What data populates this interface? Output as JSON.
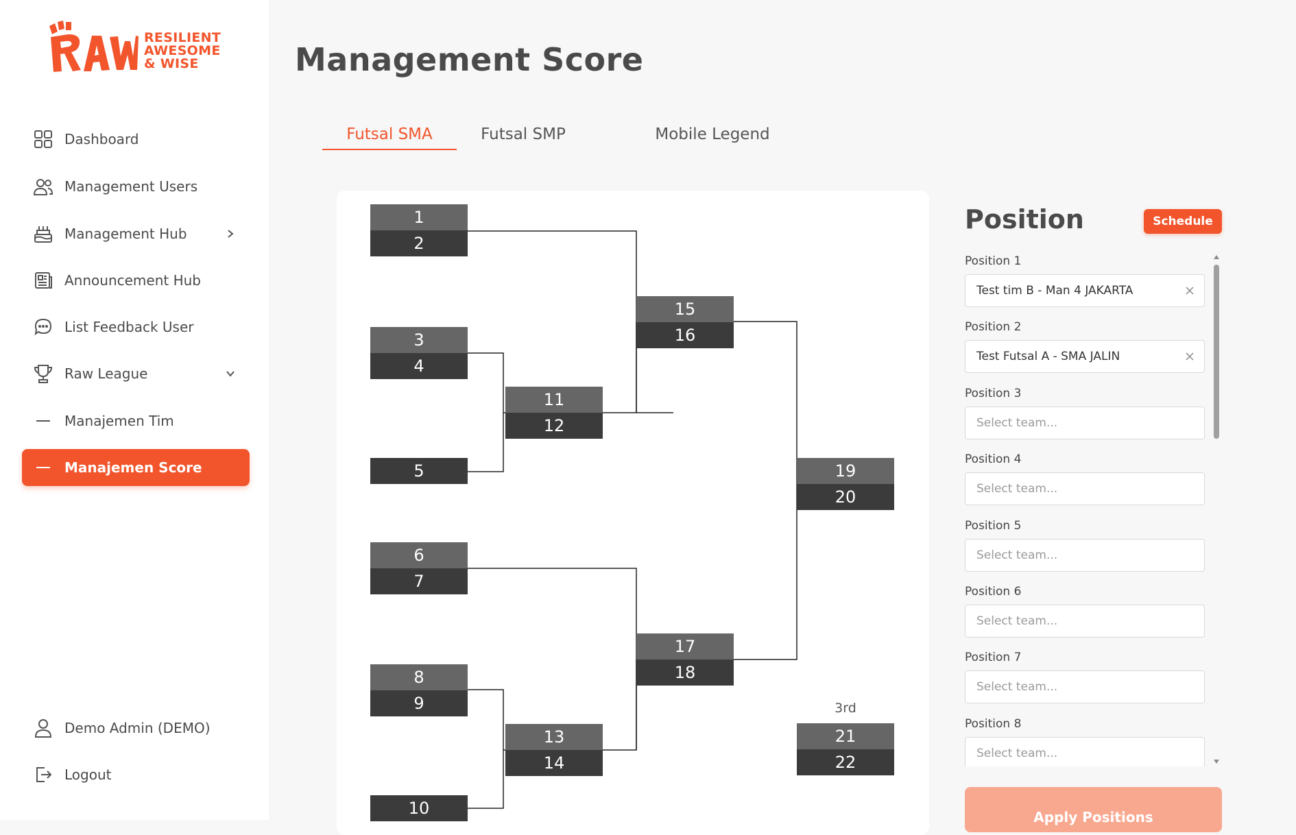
{
  "brand": {
    "logo_mark": "RAW",
    "tagline": [
      "RESILIENT",
      "AWESOME",
      "& WISE"
    ],
    "color": "#f2552c"
  },
  "sidebar": {
    "items": [
      {
        "label": "Dashboard",
        "icon": "grid-icon"
      },
      {
        "label": "Management Users",
        "icon": "users-icon"
      },
      {
        "label": "Management Hub",
        "icon": "cake-icon",
        "chevron": "right"
      },
      {
        "label": "Announcement Hub",
        "icon": "newspaper-icon"
      },
      {
        "label": "List Feedback User",
        "icon": "chat-icon"
      },
      {
        "label": "Raw League",
        "icon": "trophy-icon",
        "chevron": "down"
      },
      {
        "label": "Manajemen Tim",
        "icon": "dash-icon"
      },
      {
        "label": "Manajemen Score",
        "icon": "dash-icon",
        "active": true
      }
    ],
    "user": {
      "label": "Demo Admin (DEMO)",
      "icon": "user-icon"
    },
    "logout": {
      "label": "Logout",
      "icon": "logout-icon"
    }
  },
  "main": {
    "title": "Management Score",
    "tabs": [
      {
        "label": "Futsal SMA",
        "active": true
      },
      {
        "label": "Futsal SMP"
      },
      {
        "label": "Mobile Legend"
      }
    ]
  },
  "bracket": {
    "matches": [
      "1",
      "2",
      "3",
      "4",
      "5",
      "6",
      "7",
      "8",
      "9",
      "10",
      "11",
      "12",
      "13",
      "14",
      "15",
      "16",
      "17",
      "18",
      "19",
      "20",
      "21",
      "22"
    ],
    "third_label": "3rd"
  },
  "positions": {
    "title": "Position",
    "schedule_label": "Schedule",
    "placeholder": "Select team...",
    "items": [
      {
        "label": "Position 1",
        "value": "Test tim B - Man 4 JAKARTA"
      },
      {
        "label": "Position 2",
        "value": "Test Futsal A - SMA JALIN"
      },
      {
        "label": "Position 3",
        "value": ""
      },
      {
        "label": "Position 4",
        "value": ""
      },
      {
        "label": "Position 5",
        "value": ""
      },
      {
        "label": "Position 6",
        "value": ""
      },
      {
        "label": "Position 7",
        "value": ""
      },
      {
        "label": "Position 8",
        "value": ""
      }
    ],
    "apply_label": "Apply Positions"
  }
}
